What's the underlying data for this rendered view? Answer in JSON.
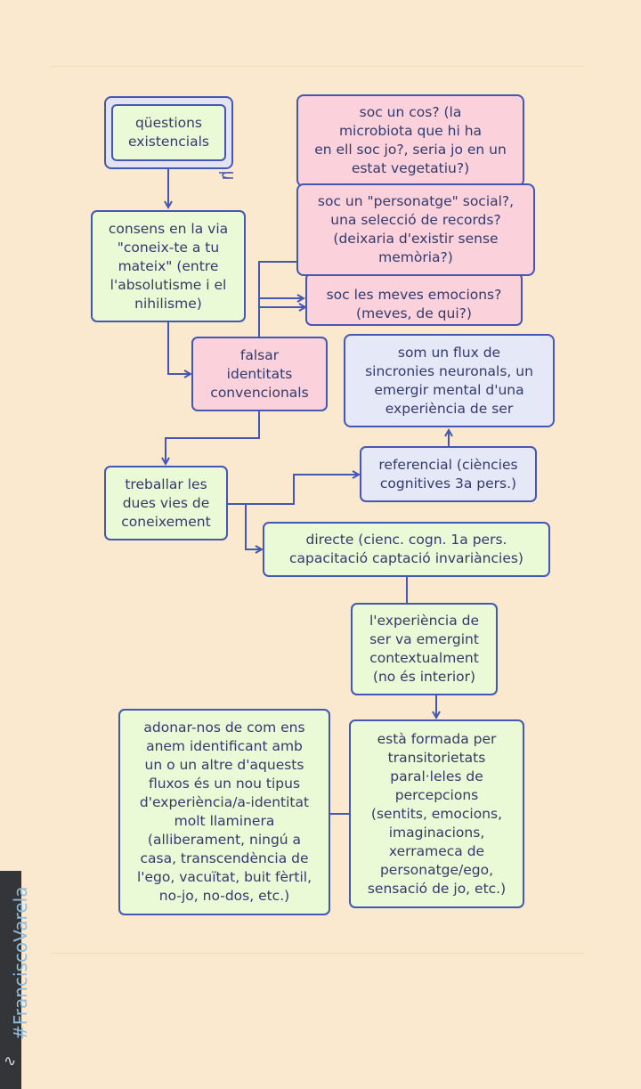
{
  "nodes": {
    "n1": "qüestions\nexistencials",
    "n2": "consens en la via\n\"coneix-te a tu\nmateix\" (entre\nl'absolutisme i el\nnihilisme)",
    "n3": "falsar\nidentitats\nconvencionals",
    "n4": "soc un cos? (la\nmicrobiota que hi ha\nen ell soc jo?, seria jo en un\nestat vegetatiu?)",
    "n5": "soc un \"personatge\" social?,\nuna selecció de records?\n(deixaria d'existir sense\nmemòria?)",
    "n6": "soc les meves emocions?\n(meves, de qui?)",
    "n7": "som un flux de\nsincronies neuronals, un\nemergir mental d'una\nexperiència de ser",
    "n8": "treballar les\ndues vies de\nconeixement",
    "n9": "referencial (ciències\ncognitives 3a pers.)",
    "n10": "directe (cienc. cogn. 1a pers.\ncapacitació captació invariàncies)",
    "n11": "l'experiència de\nser va emergint\ncontextualment\n(no és interior)",
    "n12": "està formada per\ntransitorietats\nparal·leles de\npercepcions\n(sentits, emocions,\nimaginacions,\nxerrameca de\npersonatge/ego,\nsensació de jo, etc.)",
    "n13": "adonar-nos de com ens\nanem identificant amb\nun o un altre d'aquests\nfluxos és un nou tipus\nd'experiència/a-identitat\nmolt llaminera\n(alliberament, ningú a\ncasa, transcendència de\nl'ego, vacuïtat, buit fèrtil,\nno-jo, no-dos, etc.)"
  },
  "side_tag": "#FranciscoVarela",
  "colors": {
    "stroke": "#4457b3",
    "green": "#eaf9d6",
    "pink": "#fbd2dc",
    "lavender": "#e5e8f6",
    "background": "#fae8cf"
  }
}
